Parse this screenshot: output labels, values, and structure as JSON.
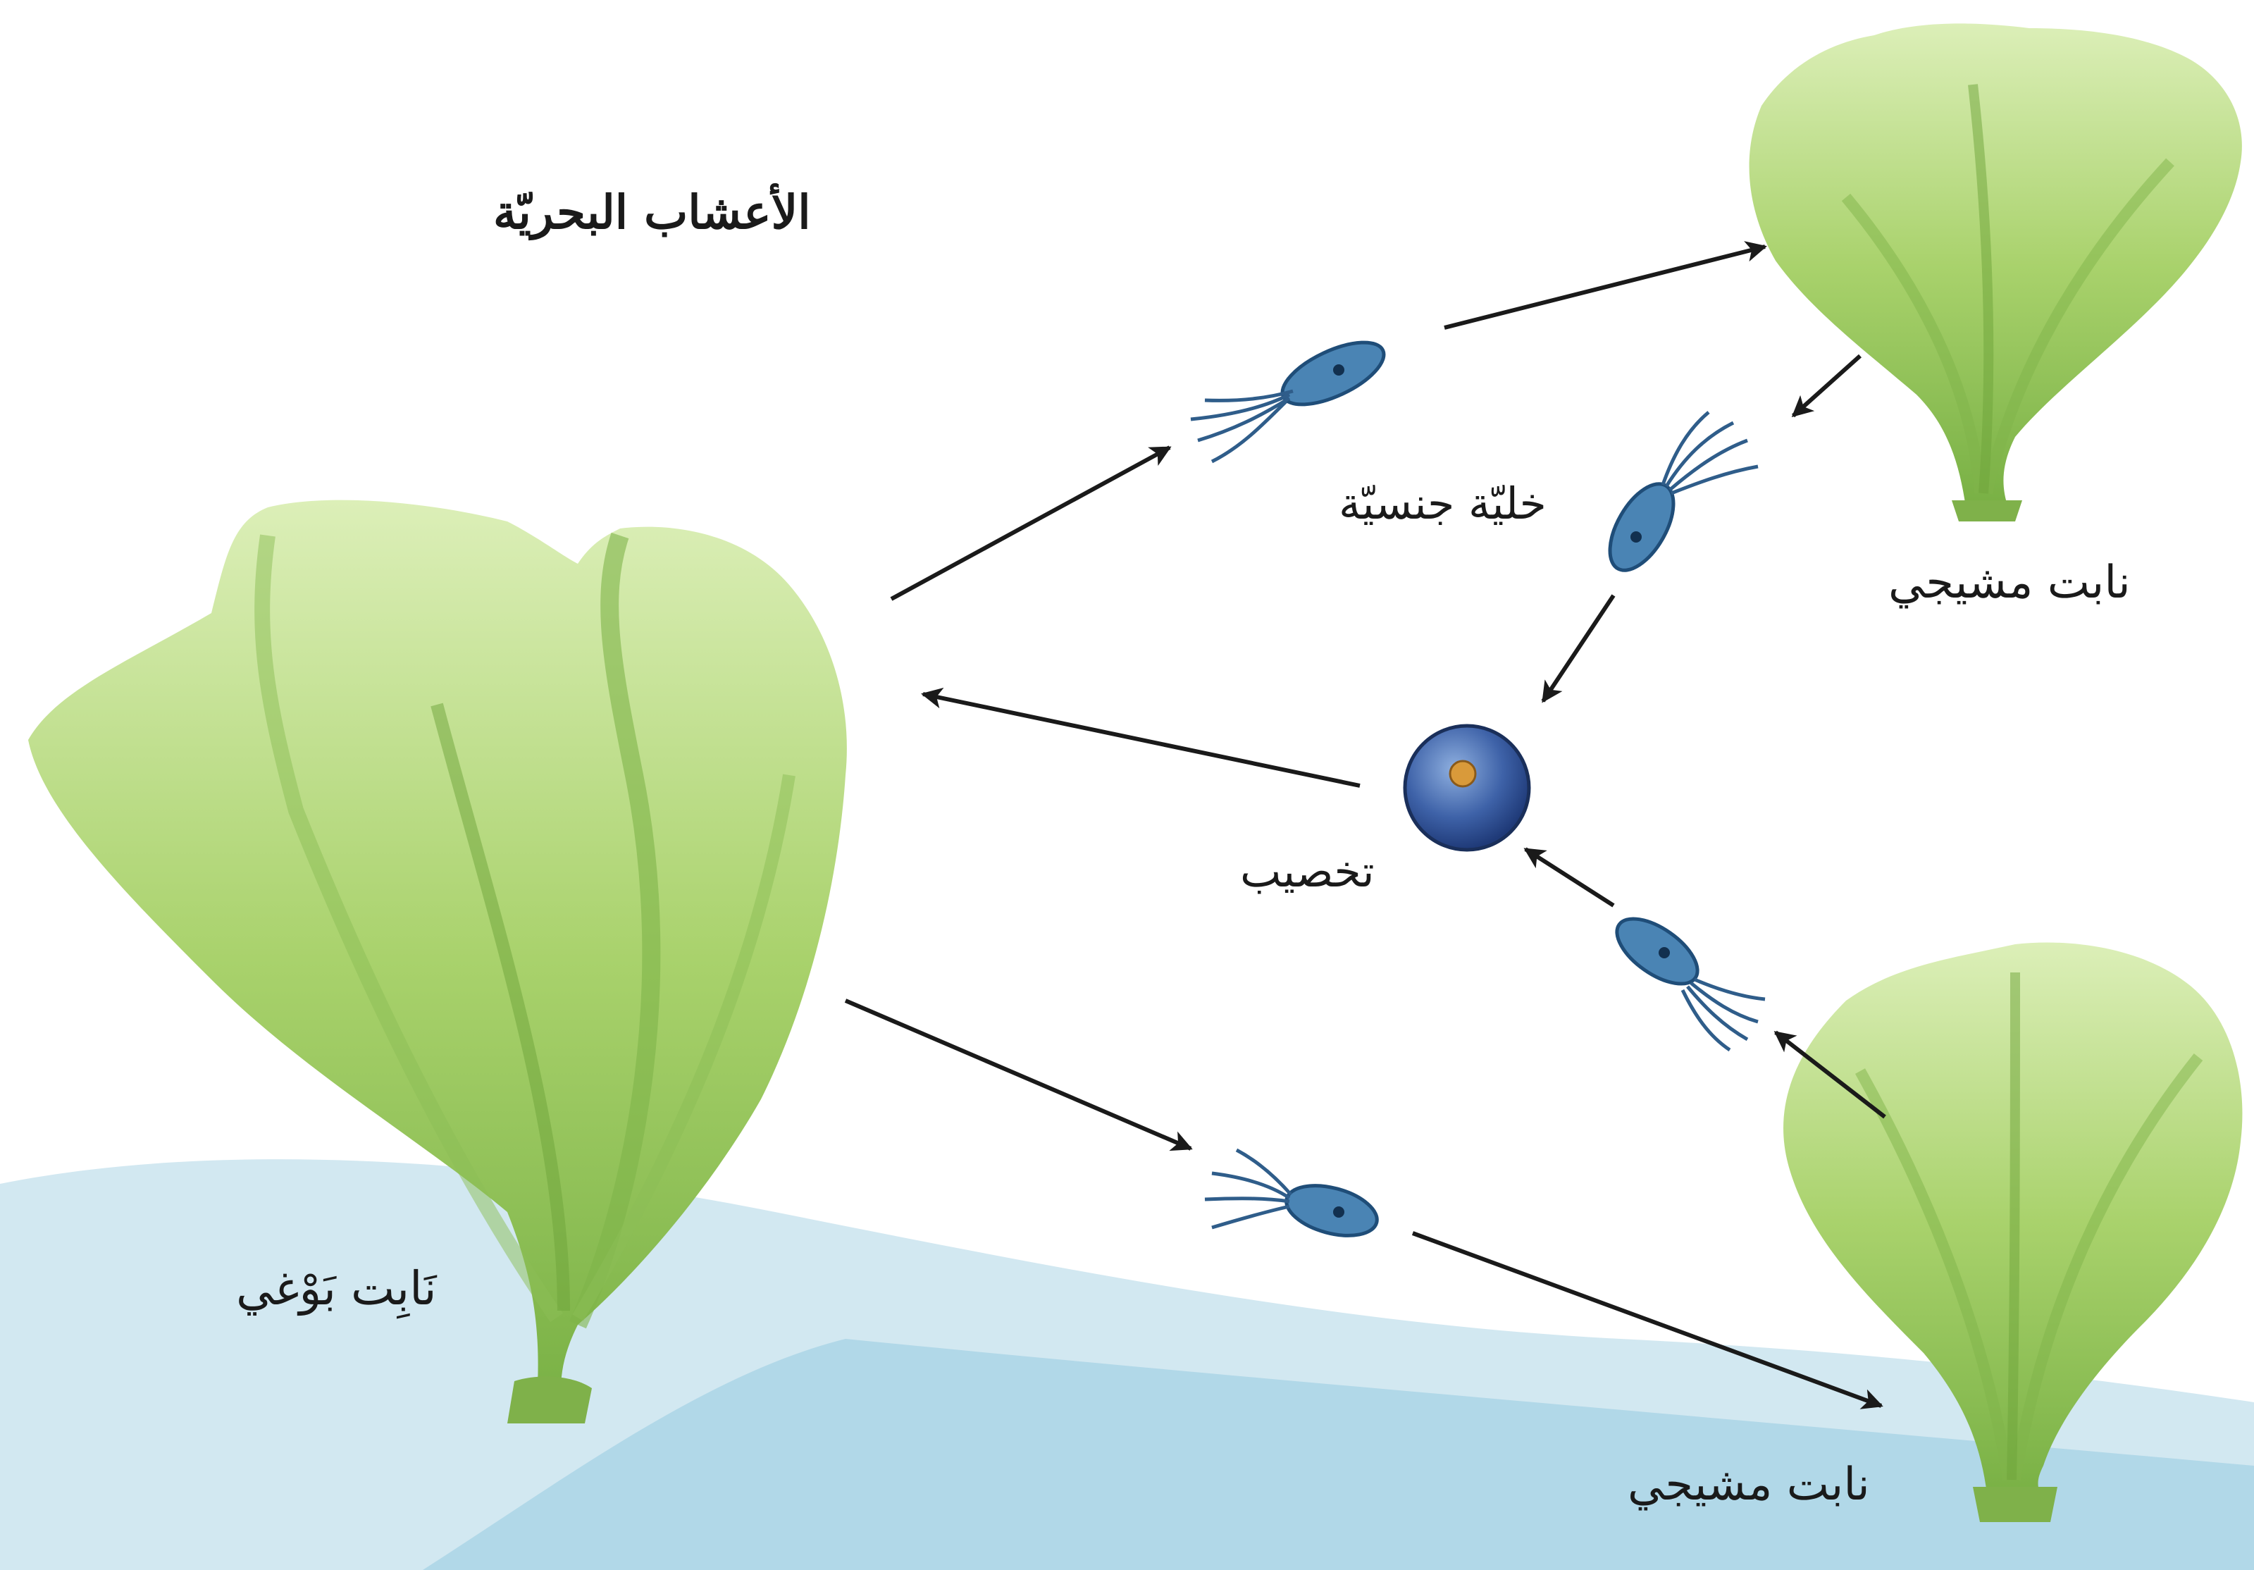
{
  "title": "الأعشاب البحريّة",
  "labels": {
    "sporophyte": "نَابِت بَوْغي",
    "gamete": "خليّة جنسيّة",
    "gametophyte_top": "نابت مشيجي",
    "fertilization": "تخصيب",
    "gametophyte_bottom": "نابت مشيجي"
  },
  "colors": {
    "leaf_light": "#cfe6a3",
    "leaf_mid": "#a6d06a",
    "leaf_dark": "#6fa83c",
    "water": "#b9dbe9",
    "cell_blue": "#3f78a8",
    "zygote_blue": "#2f4f8f",
    "nucleus": "#d99a3a",
    "arrow": "#1a1a1a"
  }
}
